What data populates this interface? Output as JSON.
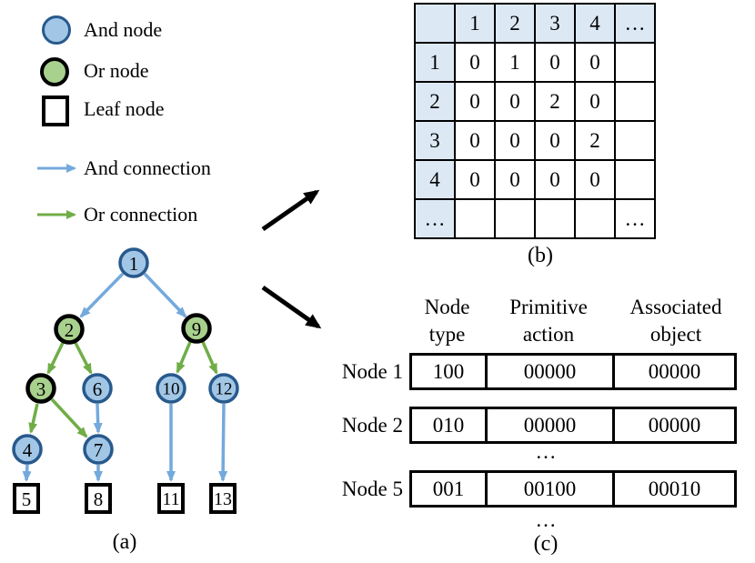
{
  "legend": {
    "items": [
      {
        "label": "And node"
      },
      {
        "label": "Or node"
      },
      {
        "label": "Leaf node"
      },
      {
        "label": "And connection"
      },
      {
        "label": "Or connection"
      }
    ]
  },
  "colors": {
    "and_node_fill": "#A2C6E5",
    "and_node_border": "#27598C",
    "or_node_fill": "#A9D18E",
    "or_node_border": "#000000",
    "and_connection": "#74A9DC",
    "or_connection": "#70AD47",
    "matrix_header_fill": "#DCE9F5"
  },
  "panels": {
    "a": "(a)",
    "b": "(b)",
    "c": "(c)"
  },
  "tree": {
    "nodes": [
      {
        "label": "1",
        "type": "and"
      },
      {
        "label": "2",
        "type": "or"
      },
      {
        "label": "3",
        "type": "or"
      },
      {
        "label": "4",
        "type": "and"
      },
      {
        "label": "5",
        "type": "leaf"
      },
      {
        "label": "6",
        "type": "and"
      },
      {
        "label": "7",
        "type": "and"
      },
      {
        "label": "8",
        "type": "leaf"
      },
      {
        "label": "9",
        "type": "or"
      },
      {
        "label": "10",
        "type": "and"
      },
      {
        "label": "11",
        "type": "leaf"
      },
      {
        "label": "12",
        "type": "and"
      },
      {
        "label": "13",
        "type": "leaf"
      }
    ],
    "edges": [
      {
        "from": "1",
        "to": "2",
        "type": "and"
      },
      {
        "from": "1",
        "to": "9",
        "type": "and"
      },
      {
        "from": "2",
        "to": "3",
        "type": "or"
      },
      {
        "from": "2",
        "to": "6",
        "type": "or"
      },
      {
        "from": "9",
        "to": "10",
        "type": "or"
      },
      {
        "from": "9",
        "to": "12",
        "type": "or"
      },
      {
        "from": "3",
        "to": "4",
        "type": "or"
      },
      {
        "from": "3",
        "to": "7",
        "type": "or"
      },
      {
        "from": "6",
        "to": "7",
        "type": "and"
      },
      {
        "from": "4",
        "to": "5",
        "type": "and"
      },
      {
        "from": "7",
        "to": "8",
        "type": "and"
      },
      {
        "from": "10",
        "to": "11",
        "type": "and"
      },
      {
        "from": "12",
        "to": "13",
        "type": "and"
      }
    ]
  },
  "matrix": {
    "header": [
      "",
      "1",
      "2",
      "3",
      "4",
      "…"
    ],
    "rows": [
      [
        "1",
        "0",
        "1",
        "0",
        "0",
        ""
      ],
      [
        "2",
        "0",
        "0",
        "2",
        "0",
        ""
      ],
      [
        "3",
        "0",
        "0",
        "0",
        "2",
        ""
      ],
      [
        "4",
        "0",
        "0",
        "0",
        "0",
        ""
      ],
      [
        "…",
        "",
        "",
        "",
        "",
        "…"
      ]
    ]
  },
  "table_c": {
    "col_headers": [
      "Node\ntype",
      "Primitive\naction",
      "Associated\nobject"
    ],
    "rows": [
      {
        "label": "Node 1",
        "node_type": "100",
        "primitive_action": "00000",
        "associated_object": "00000"
      },
      {
        "label": "Node 2",
        "node_type": "010",
        "primitive_action": "00000",
        "associated_object": "00000"
      },
      {
        "label": "Node 5",
        "node_type": "001",
        "primitive_action": "00100",
        "associated_object": "00010"
      }
    ],
    "ellipsis": "…"
  }
}
